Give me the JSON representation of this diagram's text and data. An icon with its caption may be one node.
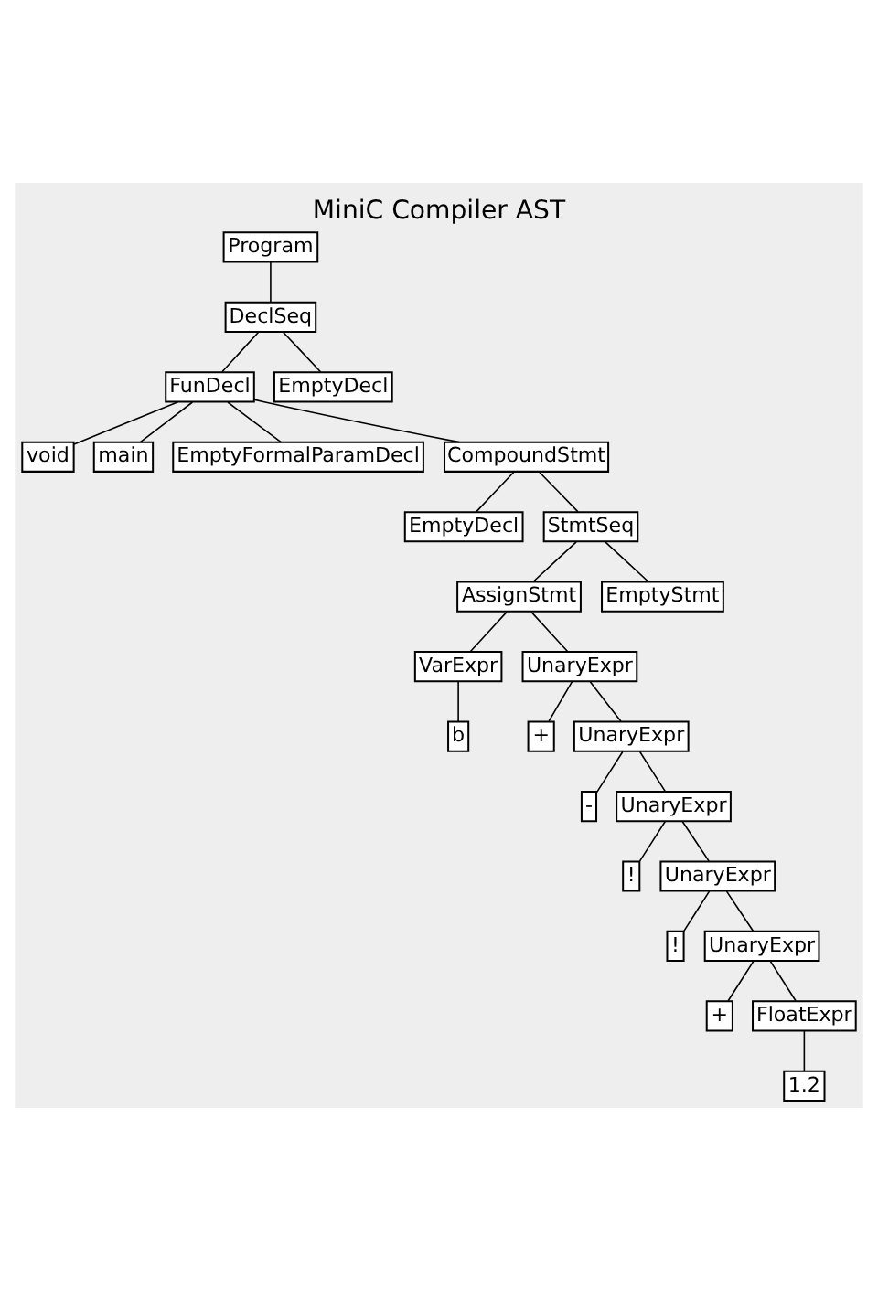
{
  "diagram": {
    "title": "MiniC Compiler AST",
    "nodes": [
      {
        "text": [
          "Program"
        ]
      },
      {
        "text": [
          "DeclSeq"
        ]
      },
      {
        "text": [
          "FunDecl"
        ]
      },
      {
        "text": [
          "EmptyDecl"
        ]
      },
      {
        "text": [
          "void"
        ]
      },
      {
        "text": [
          "main"
        ]
      },
      {
        "text": [
          "EmptyFormalParamDecl"
        ]
      },
      {
        "text": [
          "CompoundStmt"
        ]
      },
      {
        "text": [
          "EmptyDecl"
        ]
      },
      {
        "text": [
          "StmtSeq"
        ]
      },
      {
        "text": [
          "AssignStmt"
        ]
      },
      {
        "text": [
          "EmptyStmt"
        ]
      },
      {
        "text": [
          "VarExpr"
        ]
      },
      {
        "text": [
          "UnaryExpr"
        ]
      },
      {
        "text": [
          "b"
        ]
      },
      {
        "text": [
          "+"
        ]
      },
      {
        "text": [
          "UnaryExpr"
        ]
      },
      {
        "text": [
          "-"
        ]
      },
      {
        "text": [
          "UnaryExpr"
        ]
      },
      {
        "text": [
          "!"
        ]
      },
      {
        "text": [
          "UnaryExpr"
        ]
      },
      {
        "text": [
          "!"
        ]
      },
      {
        "text": [
          "UnaryExpr"
        ]
      },
      {
        "text": [
          "+"
        ]
      },
      {
        "text": [
          "FloatExpr"
        ]
      },
      {
        "text": [
          "1.2"
        ]
      }
    ],
    "edges": [
      {
        "from": 0,
        "to": 1,
        "arrow": "none"
      },
      {
        "from": 1,
        "to": 2,
        "arrow": "none"
      },
      {
        "from": 1,
        "to": 3,
        "arrow": "none"
      },
      {
        "from": 2,
        "to": 4,
        "arrow": "none"
      },
      {
        "from": 2,
        "to": 5,
        "arrow": "none"
      },
      {
        "from": 2,
        "to": 6,
        "arrow": "none"
      },
      {
        "from": 2,
        "to": 7,
        "arrow": "none"
      },
      {
        "from": 7,
        "to": 8,
        "arrow": "none"
      },
      {
        "from": 7,
        "to": 9,
        "arrow": "none"
      },
      {
        "from": 9,
        "to": 10,
        "arrow": "none"
      },
      {
        "from": 9,
        "to": 11,
        "arrow": "none"
      },
      {
        "from": 10,
        "to": 12,
        "arrow": "none"
      },
      {
        "from": 10,
        "to": 13,
        "arrow": "none"
      },
      {
        "from": 12,
        "to": 14,
        "arrow": "none"
      },
      {
        "from": 13,
        "to": 15,
        "arrow": "none"
      },
      {
        "from": 13,
        "to": 16,
        "arrow": "none"
      },
      {
        "from": 16,
        "to": 17,
        "arrow": "none"
      },
      {
        "from": 16,
        "to": 18,
        "arrow": "none"
      },
      {
        "from": 18,
        "to": 19,
        "arrow": "none"
      },
      {
        "from": 18,
        "to": 20,
        "arrow": "none"
      },
      {
        "from": 20,
        "to": 21,
        "arrow": "none"
      },
      {
        "from": 20,
        "to": 22,
        "arrow": "none"
      },
      {
        "from": 22,
        "to": 23,
        "arrow": "none"
      },
      {
        "from": 22,
        "to": 24,
        "arrow": "none"
      },
      {
        "from": 24,
        "to": 25,
        "arrow": "none"
      }
    ]
  }
}
